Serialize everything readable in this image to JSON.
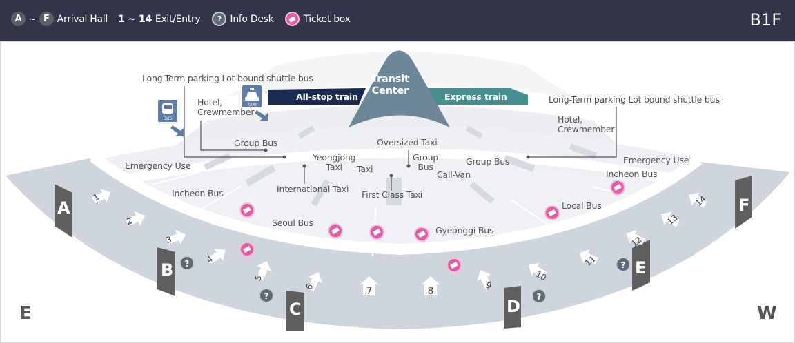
{
  "header": {
    "legend": {
      "hall_from": "A",
      "hall_sep": "~",
      "hall_to": "F",
      "hall_label": "Arrival Hall",
      "exit_range": "1 ~ 14",
      "exit_label": "Exit/Entry",
      "info_symbol": "?",
      "info_label": "Info Desk",
      "ticket_label": "Ticket box"
    },
    "floor": "B1F"
  },
  "map": {
    "transit_center": {
      "line1": "Transit",
      "line2": "Center"
    },
    "trains": {
      "all_stop": "All-stop train",
      "express": "Express train"
    },
    "icons": {
      "bus": "BUS",
      "taxi": "TAXI"
    },
    "labels": {
      "shuttle_left": "Long-Term parking Lot bound shuttle bus",
      "shuttle_right": "Long-Term parking Lot bound shuttle bus",
      "hotel_left_1": "Hotel,",
      "hotel_left_2": "Crewmember",
      "hotel_right_1": "Hotel,",
      "hotel_right_2": "Crewmember",
      "group_bus_left": "Group Bus",
      "group_bus_right": "Group Bus",
      "group_bus_mid_1": "Group",
      "group_bus_mid_2": "Bus",
      "emergency_left": "Emergency Use",
      "emergency_right": "Emergency Use",
      "yeongjong_1": "Yeongjong",
      "yeongjong_2": "Taxi",
      "taxi": "Taxi",
      "oversized_taxi": "Oversized Taxi",
      "international_taxi": "International Taxi",
      "first_class_taxi": "First Class Taxi",
      "call_van": "Call-Van",
      "incheon_bus_left": "Incheon Bus",
      "incheon_bus_right": "Incheon Bus",
      "seoul_bus": "Seoul Bus",
      "gyeonggi_bus": "Gyeonggi Bus",
      "local_bus": "Local Bus"
    },
    "halls": [
      "A",
      "B",
      "C",
      "D",
      "E",
      "F"
    ],
    "exits": [
      "1",
      "2",
      "3",
      "4",
      "5",
      "6",
      "7",
      "8",
      "9",
      "10",
      "11",
      "12",
      "13",
      "14"
    ],
    "directions": {
      "east": "E",
      "west": "W"
    },
    "colors": {
      "header_bg": "#33364a",
      "hall_block": "#5f5f5f",
      "concourse": "#cfd5dd",
      "all_stop_train": "#1b2a50",
      "express_train": "#468f91",
      "transit_center": "#6d8698",
      "ticket_box": "#e15ba5",
      "info_desk": "#5d6a77",
      "transport_icon": "#5e7ca7"
    }
  }
}
